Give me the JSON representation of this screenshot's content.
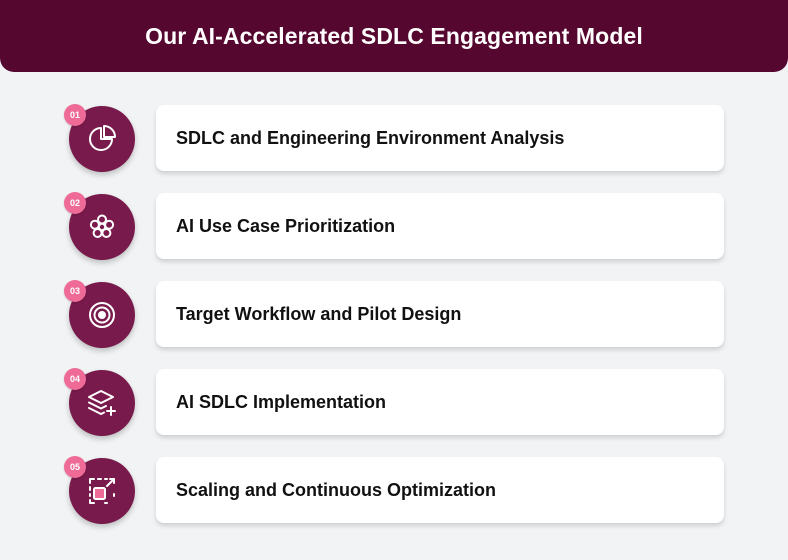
{
  "header": {
    "title": "Our AI-Accelerated SDLC Engagement Model"
  },
  "steps": [
    {
      "number": "01",
      "label": "SDLC and Engineering Environment Analysis",
      "icon": "pie-chart-icon"
    },
    {
      "number": "02",
      "label": "AI Use Case Prioritization",
      "icon": "flower-gear-icon"
    },
    {
      "number": "03",
      "label": "Target Workflow and Pilot Design",
      "icon": "target-icon"
    },
    {
      "number": "04",
      "label": "AI SDLC Implementation",
      "icon": "layers-plus-icon"
    },
    {
      "number": "05",
      "label": "Scaling and Continuous Optimization",
      "icon": "scale-frame-icon"
    }
  ],
  "colors": {
    "header_bg": "#56072f",
    "circle_bg": "#791a4c",
    "badge_bg": "#ee6a97",
    "page_bg": "#f1f3f5"
  }
}
